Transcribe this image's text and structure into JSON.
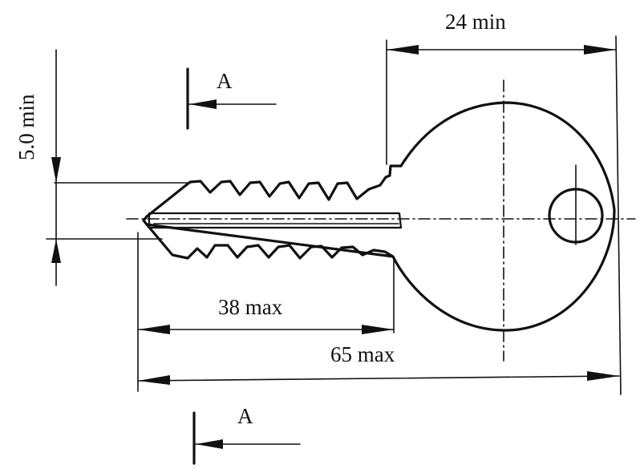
{
  "labels": {
    "bow_width": "24 min",
    "blade_height": "5.0 min",
    "blade_length": "38 max",
    "overall_length": "65 max",
    "section_top": "A",
    "section_bottom": "A"
  }
}
